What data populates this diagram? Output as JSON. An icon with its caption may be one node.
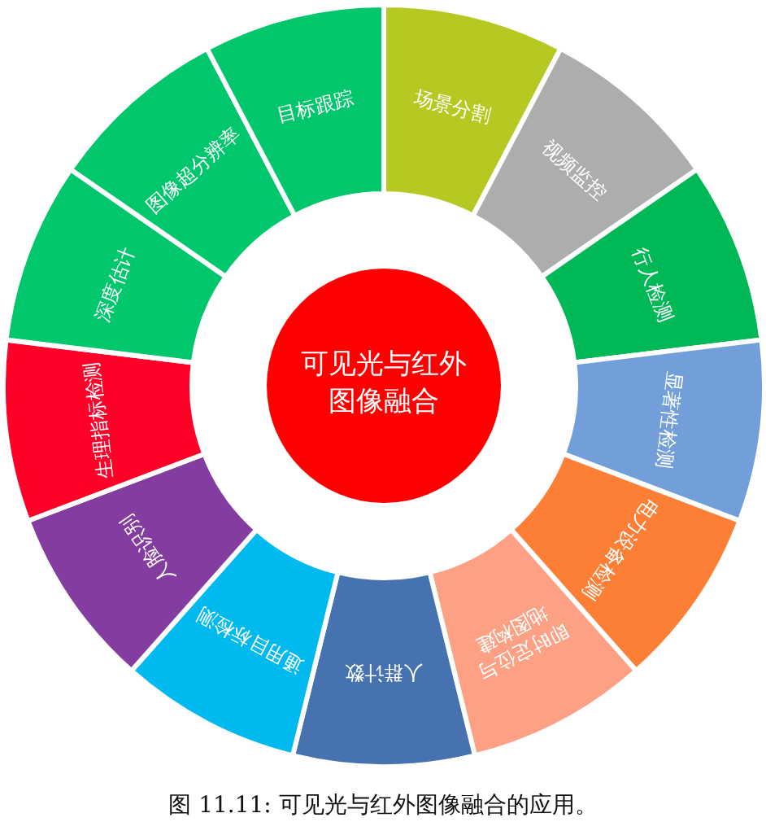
{
  "diagram": {
    "caption": "图 11.11: 可见光与红外图像融合的应用。",
    "nodes": [
      {
        "text": [
          "可见光与红外图像融合"
        ]
      },
      {
        "text": [
          "场景分割"
        ]
      },
      {
        "text": [
          "视频监控"
        ]
      },
      {
        "text": [
          "行人检测"
        ]
      },
      {
        "text": [
          "显著性检测"
        ]
      },
      {
        "text": [
          "电力设备检测"
        ]
      },
      {
        "text": [
          "即时定位与地图构建"
        ]
      },
      {
        "text": [
          "人群计数"
        ]
      },
      {
        "text": [
          "通用目标检测"
        ]
      },
      {
        "text": [
          "人脸识别"
        ]
      },
      {
        "text": [
          "生理指标检测"
        ]
      },
      {
        "text": [
          "深度估计"
        ]
      },
      {
        "text": [
          "图像超分辨率"
        ]
      },
      {
        "text": [
          "目标跟踪"
        ]
      }
    ]
  }
}
